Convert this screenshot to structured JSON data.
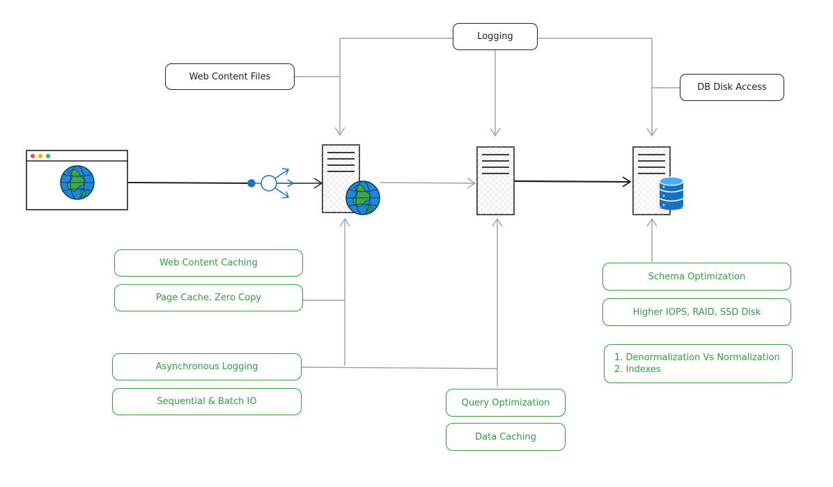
{
  "top_boxes": {
    "logging": "Logging",
    "web_content_files": "Web Content Files",
    "db_disk_access": "DB Disk Access"
  },
  "web_server_notes": {
    "web_content_caching": "Web Content Caching",
    "page_cache_zero_copy": "Page Cache, Zero Copy",
    "asynchronous_logging": "Asynchronous Logging",
    "sequential_batch_io": "Sequential & Batch IO"
  },
  "app_server_notes": {
    "query_optimization": "Query Optimization",
    "data_caching": "Data Caching"
  },
  "db_server_notes": {
    "schema_optimization": "Schema Optimization",
    "higher_iops": "Higher IOPS, RAID, SSD Disk",
    "denormalization_line1": "1. Denormalization Vs Normalization",
    "denormalization_line2": "2. Indexes"
  },
  "nodes": {
    "client": "browser-window",
    "load_balancer": "load-balancer-icon",
    "web_server": "server-with-globe",
    "app_server": "server",
    "db_server": "server-with-database"
  },
  "colors": {
    "stroke": "#1e1e1e",
    "connector": "#9aa0a6",
    "note_green": "#2f9e44",
    "globe_blue": "#1e88d6",
    "globe_green": "#40a840",
    "db_blue": "#1971c2"
  }
}
